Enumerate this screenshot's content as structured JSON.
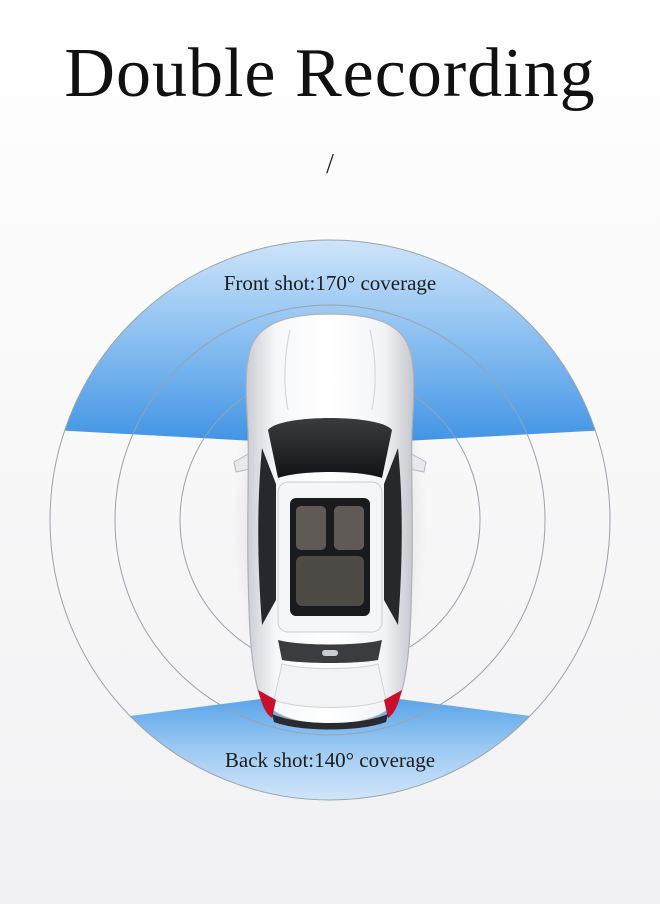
{
  "headline": "Double Recording",
  "separator": "/",
  "front_label": "Front shot:170° coverage",
  "back_label": "Back shot:140° coverage",
  "colors": {
    "beam_blue": "#4d9ee8",
    "beam_light": "#dcecfb",
    "ring_stroke": "#9aa2ab",
    "car_body": "#f4f5f7",
    "glass": "#1e1f22",
    "taillight": "#c8102e"
  }
}
